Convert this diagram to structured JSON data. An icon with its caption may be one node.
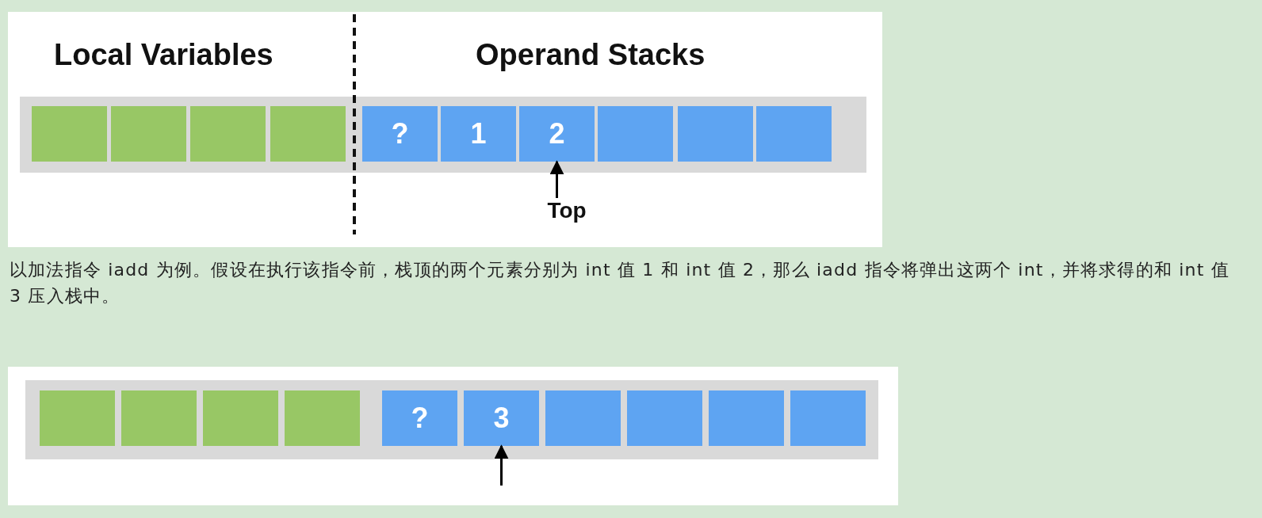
{
  "diagram": {
    "nodes": [
      {
        "text": [],
        "shape": "bar"
      },
      {
        "text": [],
        "shape": "box",
        "in": 0
      },
      {
        "text": [],
        "shape": "box",
        "in": 0
      },
      {
        "text": [],
        "shape": "box",
        "in": 0
      },
      {
        "text": [],
        "shape": "box",
        "in": 0
      },
      {
        "text": [
          "?"
        ],
        "in": 0
      },
      {
        "text": [
          "1"
        ],
        "in": 0
      },
      {
        "text": [
          "2"
        ],
        "in": 0
      },
      {
        "text": [],
        "shape": "box",
        "in": 0
      },
      {
        "text": [],
        "shape": "box",
        "in": 0
      },
      {
        "text": [],
        "shape": "box",
        "in": 0
      },
      {
        "text": [
          "Top"
        ]
      },
      {
        "text": [],
        "shape": "bar"
      },
      {
        "text": [],
        "shape": "box",
        "in": 12
      },
      {
        "text": [],
        "shape": "box",
        "in": 12
      },
      {
        "text": [],
        "shape": "box",
        "in": 12
      },
      {
        "text": [],
        "shape": "box",
        "in": 12
      },
      {
        "text": [
          "?"
        ],
        "in": 12
      },
      {
        "text": [
          "3"
        ],
        "in": 12
      },
      {
        "text": [],
        "shape": "box",
        "in": 12
      },
      {
        "text": [],
        "shape": "box",
        "in": 12
      },
      {
        "text": [],
        "shape": "box",
        "in": 12
      },
      {
        "text": [],
        "shape": "box",
        "in": 12
      }
    ],
    "edges": [
      {
        "from": 11,
        "to": 7,
        "arrow": "to"
      },
      {
        "from": null,
        "to": 18,
        "arrow": "to"
      }
    ],
    "labels": [
      "Local Variables",
      "Operand Stacks",
      "以加法指令 iadd 为例。假设在执行该指令前，栈顶的两个元素分别为 int 值 1 和 int 值 2，那么 iadd 指令将弹出这两个 int，并将求得的和 int 值 3 压入栈中。"
    ]
  }
}
